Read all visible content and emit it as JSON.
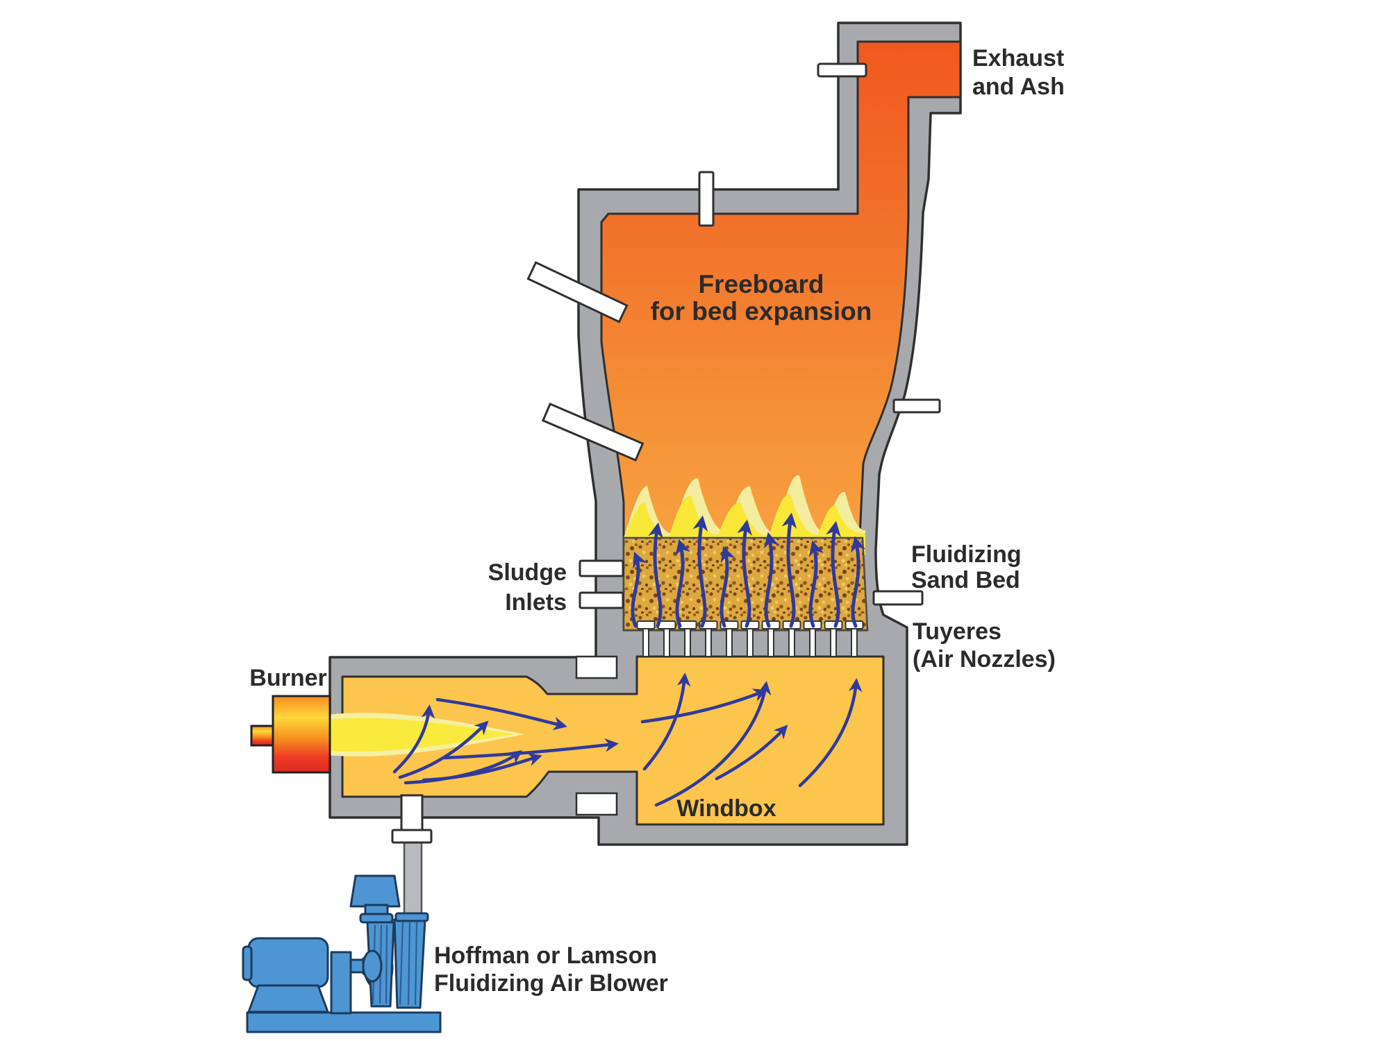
{
  "diagram": {
    "title": "Fluidized bed sludge incinerator cross-section",
    "labels": {
      "exhaust_line1": "Exhaust",
      "exhaust_line2": "and Ash",
      "freeboard_line1": "Freeboard",
      "freeboard_line2": "for bed expansion",
      "sludge_line1": "Sludge",
      "sludge_line2": "Inlets",
      "sand_bed_line1": "Fluidizing",
      "sand_bed_line2": "Sand Bed",
      "tuyeres_line1": "Tuyeres",
      "tuyeres_line2": "(Air Nozzles)",
      "windbox": "Windbox",
      "burner": "Burner",
      "blower_line1": "Hoffman or Lamson",
      "blower_line2": "Fluidizing Air Blower"
    },
    "colors": {
      "wall_gray": "#a7a9ac",
      "outline": "#2f2f2f",
      "vessel_orange_top": "#f1581f",
      "vessel_orange_bottom": "#fbad45",
      "chamber_yellow": "#fcc54e",
      "flame_bright": "#f9e838",
      "flame_pale": "#f4eda0",
      "sand_gold": "#dda83f",
      "sand_brown": "#8a5a22",
      "arrow_blue": "#2f3a9c",
      "blower_blue": "#4e96d3",
      "burner_yellow": "#ffd83c",
      "burner_red": "#e43225",
      "pipe_white": "#ffffff",
      "text": "#2b2b2b"
    }
  }
}
